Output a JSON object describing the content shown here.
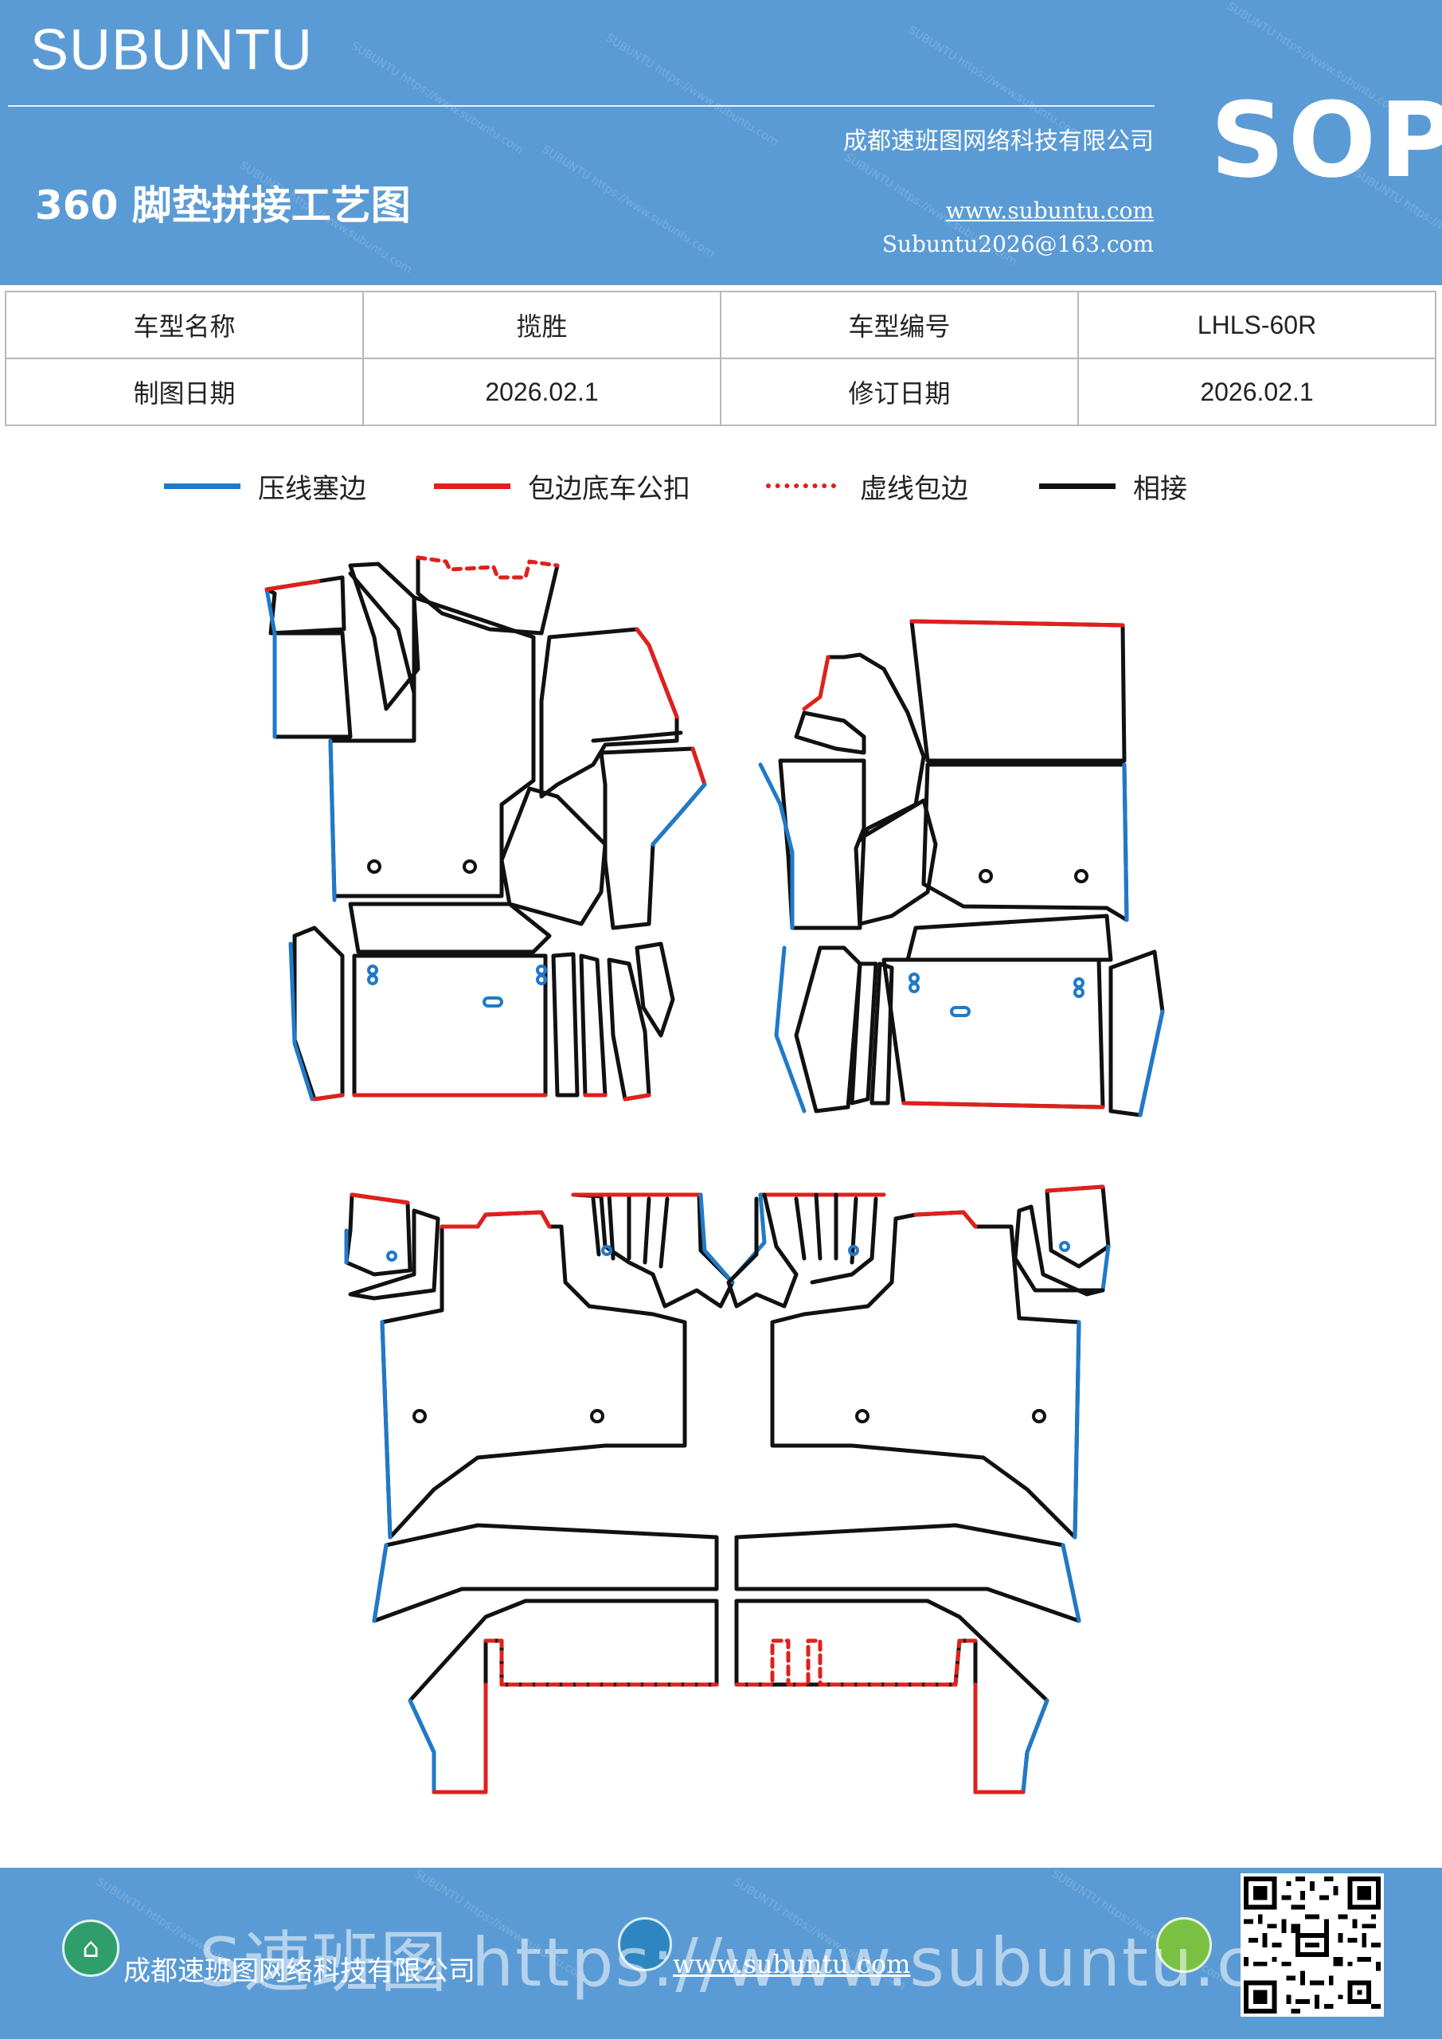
{
  "header": {
    "brand": "SUBUNTU",
    "company": "成都速班图网络科技有限公司",
    "title": "360 脚垫拼接工艺图",
    "website": "www.subuntu.com",
    "email": "Subuntu2026@163.com",
    "badge": "SOP",
    "background_color": "#5b9bd5"
  },
  "info_table": {
    "rows": [
      [
        "车型名称",
        "揽胜",
        "车型编号",
        "LHLS-60R"
      ],
      [
        "制图日期",
        "2026.02.1",
        "修订日期",
        "2026.02.1"
      ]
    ]
  },
  "legend": [
    {
      "label": "压线塞边",
      "color": "#1f7ac9",
      "style": "solid"
    },
    {
      "label": "包边底车公扣",
      "color": "#e0201c",
      "style": "solid"
    },
    {
      "label": "虚线包边",
      "color": "#e0201c",
      "style": "dashed"
    },
    {
      "label": "相接",
      "color": "#111111",
      "style": "solid"
    }
  ],
  "footer": {
    "company": "成都速班图网络科技有限公司",
    "website": "www.subuntu.com",
    "watermark": "S速班图 https://www.subuntu.com",
    "qr_label": "QR code"
  },
  "icons": [
    "home-icon",
    "globe-icon",
    "wechat-icon",
    "qr-code-icon"
  ]
}
